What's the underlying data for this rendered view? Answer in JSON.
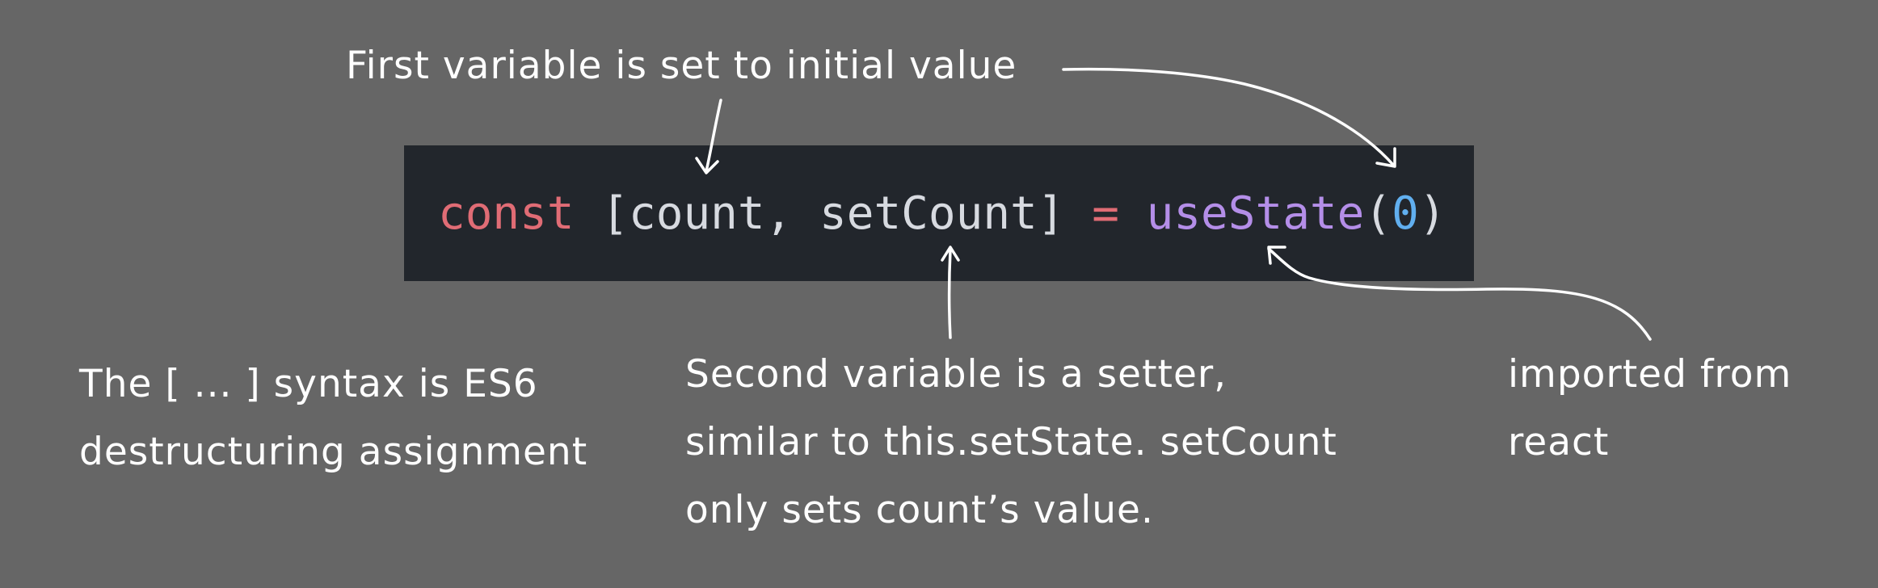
{
  "code": {
    "keyword": "const",
    "open_bracket": "[",
    "var_count": "count",
    "comma": ",",
    "var_setter": "setCount",
    "close_bracket": "]",
    "equals": "=",
    "func": "useState",
    "open_paren": "(",
    "arg": "0",
    "close_paren": ")"
  },
  "annotations": {
    "first_variable": "First variable is set to initial value",
    "destructuring": [
      "The [ ... ] syntax is ES6",
      "destructuring assignment"
    ],
    "setter": [
      "Second variable is a setter,",
      "similar to this.setState. setCount",
      "only sets count’s value."
    ],
    "import": [
      "imported from",
      "react"
    ]
  },
  "colors": {
    "background": "#666666",
    "code_background": "#22262c",
    "keyword": "#e06c75",
    "function": "#b48ee8",
    "number": "#61afef",
    "plain": "#d7dae0"
  }
}
